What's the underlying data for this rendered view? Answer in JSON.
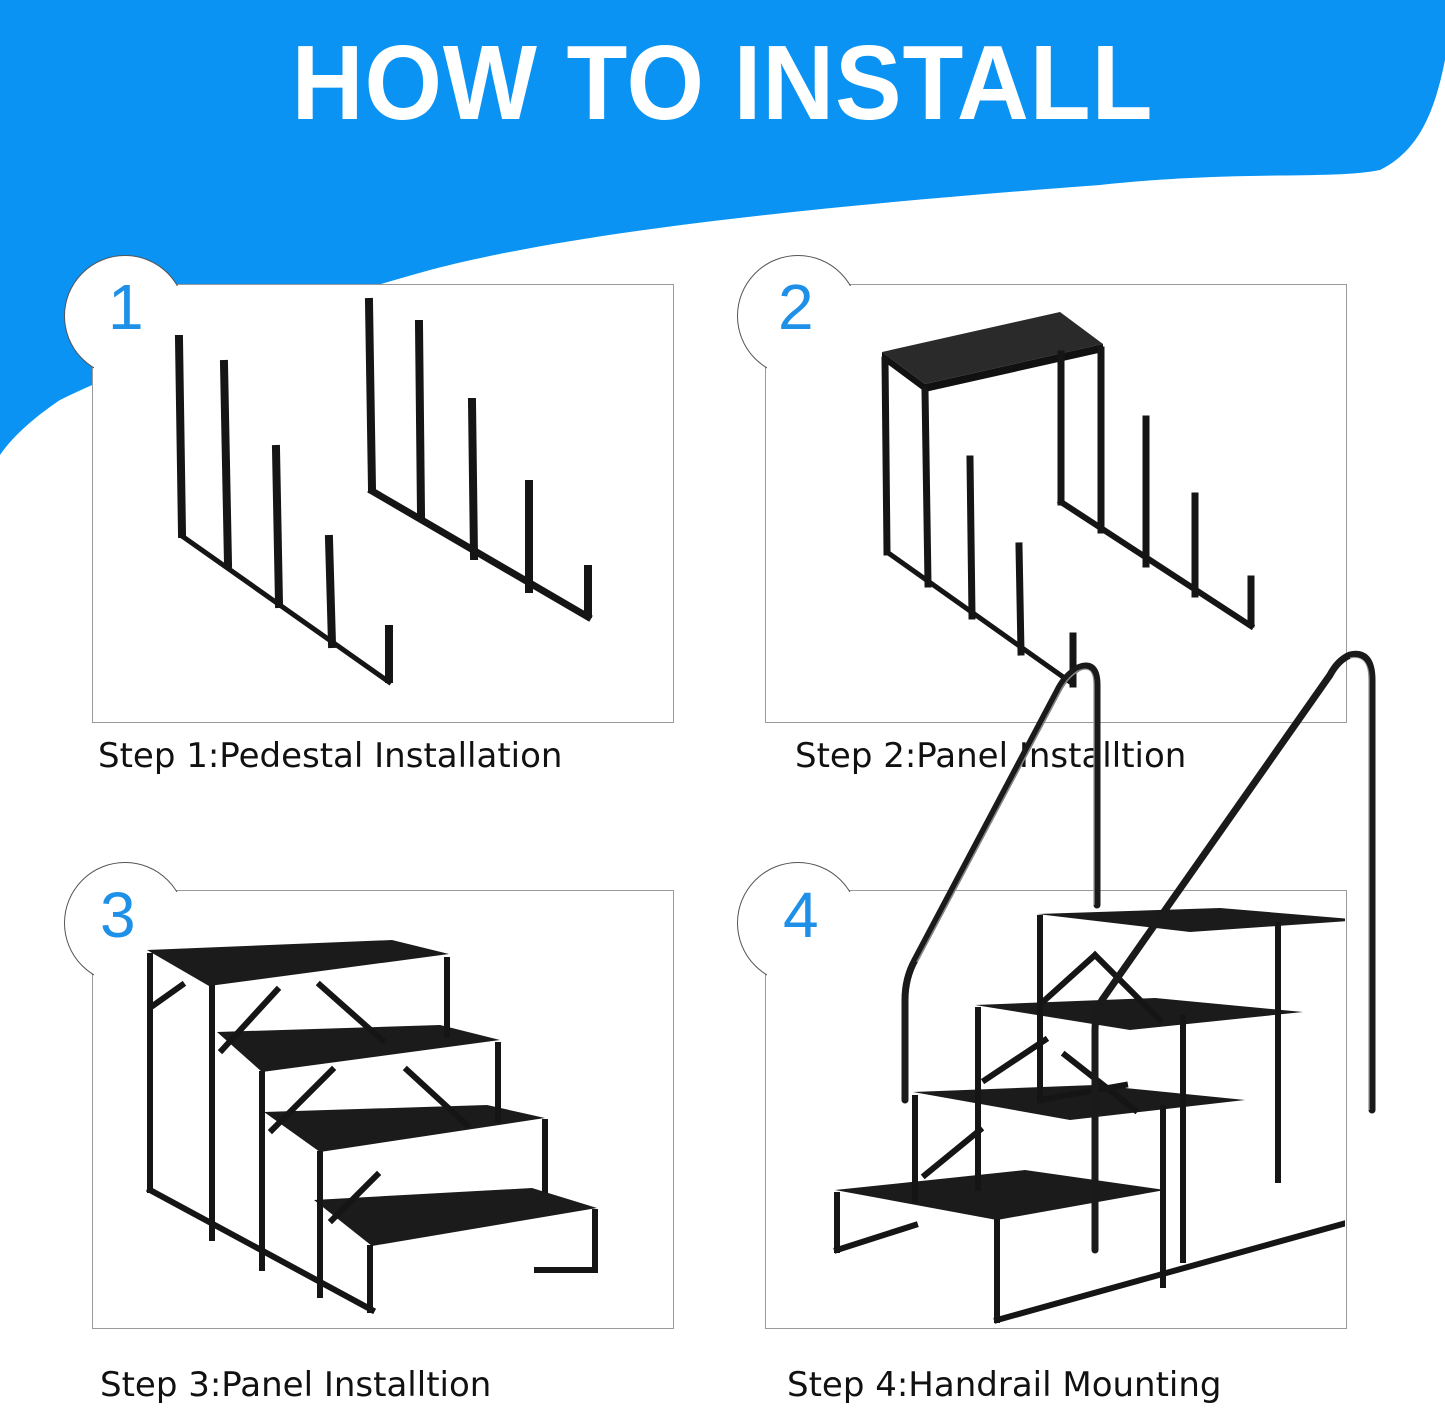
{
  "header": {
    "title": "HOW TO INSTALL",
    "background_color": "#0a93f2",
    "text_color": "#ffffff"
  },
  "accent_color": "#1e90e8",
  "steps": [
    {
      "number": "1",
      "caption": "Step 1:Pedestal Installation",
      "illustration": "pedestal-frames-icon"
    },
    {
      "number": "2",
      "caption": "Step 2:Panel Installtion",
      "illustration": "top-panel-on-frames-icon"
    },
    {
      "number": "3",
      "caption": "Step 3:Panel Installtion",
      "illustration": "four-step-stairs-icon"
    },
    {
      "number": "4",
      "caption": "Step 4:Handrail Mounting",
      "illustration": "stairs-with-handrails-icon"
    }
  ]
}
